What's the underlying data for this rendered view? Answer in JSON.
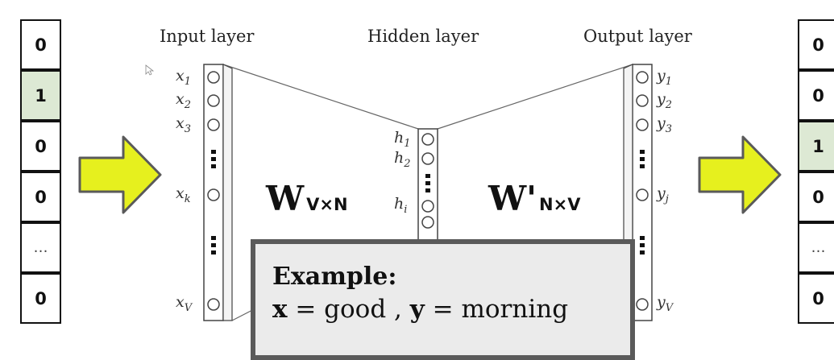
{
  "input_vector": [
    "0",
    "1",
    "0",
    "0",
    "…",
    "0"
  ],
  "input_active_index": 1,
  "output_vector": [
    "0",
    "0",
    "1",
    "0",
    "…",
    "0"
  ],
  "output_active_index": 2,
  "layers": {
    "input_title": "Input layer",
    "hidden_title": "Hidden layer",
    "output_title": "Output layer"
  },
  "input_nodes": [
    {
      "base": "x",
      "sub": "1"
    },
    {
      "base": "x",
      "sub": "2"
    },
    {
      "base": "x",
      "sub": "3"
    },
    {
      "base": "x",
      "sub": "k"
    },
    {
      "base": "x",
      "sub": "V"
    }
  ],
  "hidden_nodes": [
    {
      "base": "h",
      "sub": "1"
    },
    {
      "base": "h",
      "sub": "2"
    },
    {
      "base": "h",
      "sub": "i"
    }
  ],
  "output_nodes": [
    {
      "base": "y",
      "sub": "1"
    },
    {
      "base": "y",
      "sub": "2"
    },
    {
      "base": "y",
      "sub": "3"
    },
    {
      "base": "y",
      "sub": "j"
    },
    {
      "base": "y",
      "sub": "V"
    }
  ],
  "weights": {
    "w_in_main": "W",
    "w_in_dims": "V×N",
    "w_out_main": "W'",
    "w_out_dims": "N×V"
  },
  "example": {
    "title": "Example:",
    "x_var": "x",
    "x_value": "= good ,",
    "y_var": "y",
    "y_value": "= morning"
  },
  "colors": {
    "arrow_fill": "#e6f01e",
    "arrow_stroke": "#5a5a5a",
    "active_cell": "#dde9d4",
    "example_box": "#ebebeb",
    "example_border": "#5a5a5a"
  }
}
